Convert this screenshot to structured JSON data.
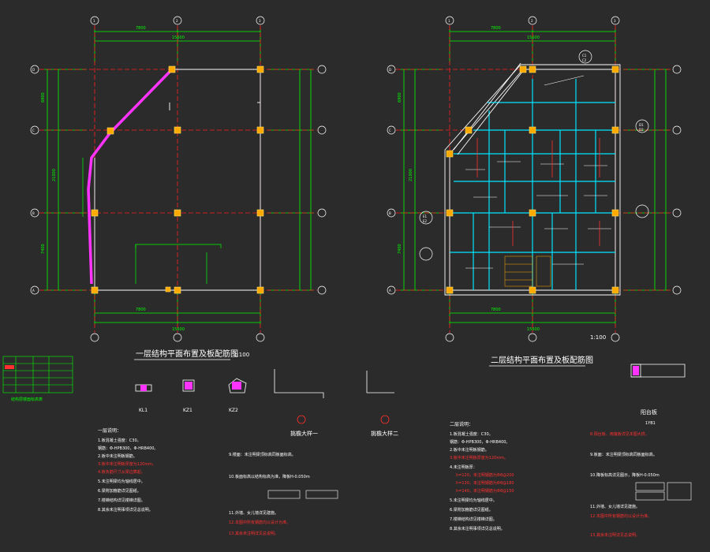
{
  "plan1": {
    "dims_top": [
      "7800",
      "15600"
    ],
    "dims_bottom": [
      "7800",
      "15600"
    ],
    "dims_left": [
      "6900",
      "21000",
      "7400"
    ],
    "axes_left": [
      "D",
      "C",
      "B",
      "A"
    ],
    "axes_top": [
      "1",
      "2",
      "3"
    ],
    "title": "一层结构平面布置及板配筋图",
    "scale": "1:100"
  },
  "plan2": {
    "dims_top": [
      "7800",
      "15600"
    ],
    "dims_bottom": [
      "7800",
      "15600"
    ],
    "dims_left": [
      "6900",
      "21000",
      "7400"
    ],
    "axes_left": [
      "D",
      "C",
      "B",
      "A"
    ],
    "axes_top": [
      "1",
      "2",
      "3"
    ],
    "title": "二层结构平面布置及板配筋图",
    "scale": "1:100",
    "detail_marks": [
      "C1",
      "C2",
      "D1",
      "D2",
      "E1",
      "E2"
    ]
  },
  "sections1": {
    "labels": [
      "KL1",
      "KZ1",
      "KZ2"
    ],
    "detail1": "挑檐大样一",
    "detail2": "挑檐大样二"
  },
  "sections2": {
    "label": "1YB1",
    "title": "阳台板"
  },
  "legend_title": "结构层楼面标高表",
  "notes1": {
    "heading": "一层说明：",
    "lines": [
      "1.板混凝土强度：C30。",
      "钢筋：Φ-HPB300，Φ-HRB400。",
      "2.板中未注明板钢筋。",
      "3.板中未注明板厚度为120mm。",
      "4.板负筋尺寸从梁边算起。",
      "5.未注明梁均为轴线居中。",
      "6.梁附加箍筋详见图纸。",
      "7.楼梯结构详见楼梯详图。",
      "8.其余未注明事项详见总说明。"
    ],
    "lines_right": [
      "9.楼面：未注明梁顶标高同板面标高。",
      "10.板面标高以结构标高为准，降板H-0.050m",
      "11.外墙、女儿墙详见建施。",
      "12.本图中所有钢筋均以设计为准。",
      "13.其余未注明详见总说明。"
    ]
  },
  "notes2": {
    "heading": "二层说明：",
    "lines": [
      "1.板混凝土强度：C30。",
      "钢筋：Φ-HPB300，Φ-HRB400。",
      "2.板中未注明板钢筋。",
      "3.板中未注明板厚度为120mm。",
      "4.未注明板厚：",
      "h=120，未注明钢筋为Φ8@200",
      "h=130，未注明钢筋为Φ8@180",
      "h=140，未注明钢筋为Φ8@150",
      "5.未注明梁均为轴线居中。",
      "6.梁附加箍筋详见图纸。",
      "7.楼梯结构详见楼梯详图。",
      "8.其余未注明事项详见总说明。"
    ],
    "lines_right": [
      "8.阳台板、雨篷板详见本图大样。",
      "9.板面：未注明梁顶标高同板面标高。",
      "10.降板标高详见图示，降板H-0.050m",
      "11.外墙、女儿墙详见建施。",
      "12.本图中所有钢筋均以设计为准。",
      "13.其余未注明详见总说明。"
    ]
  },
  "colors": {
    "background": "#2b2b2b",
    "grid_axis": "#ff2020",
    "beam": "#00e5ff",
    "dimension": "#00ff00",
    "column": "#ffaa00",
    "wall": "#ff33ff",
    "text": "#ffffff",
    "note_highlight": "#ff3030",
    "title": "#ffffff"
  }
}
